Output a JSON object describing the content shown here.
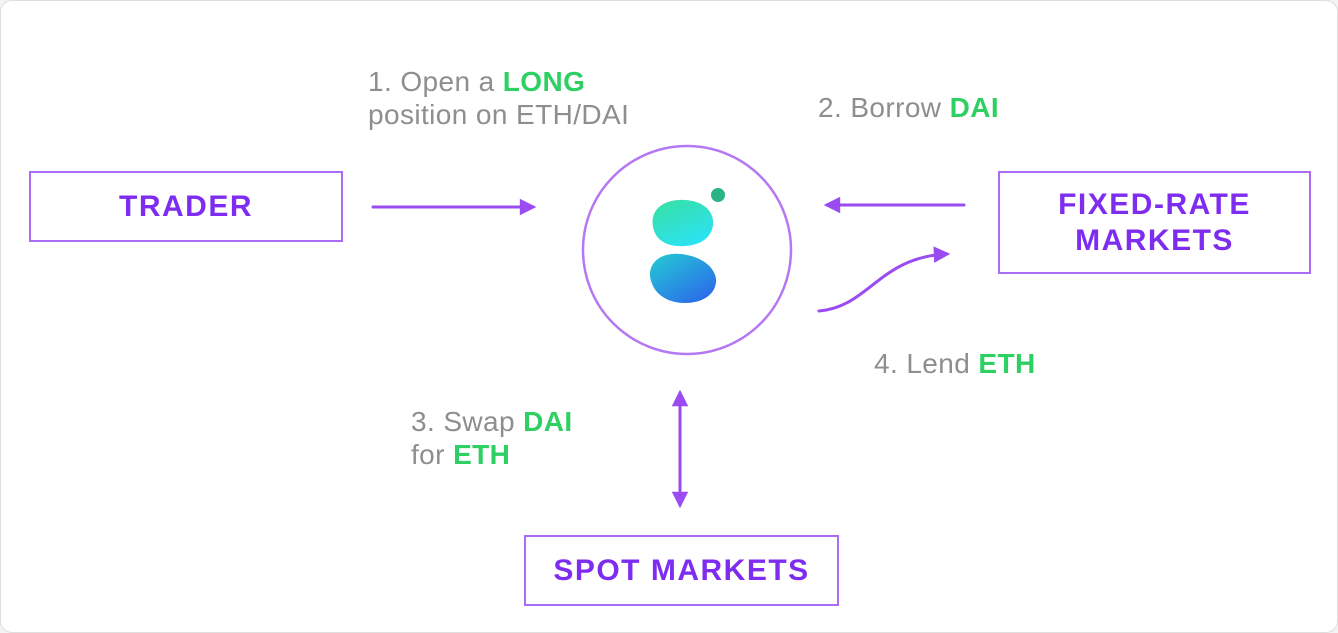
{
  "colors": {
    "purple_text": "#7d2cf0",
    "purple_border": "#aa6cf4",
    "arrow": "#9b4bf2",
    "gray_text": "#8e8e8e",
    "green_text": "#2ed063",
    "circle_border": "#b678f2",
    "logo_teal_top": "#38dfa0",
    "logo_cyan": "#2be2f0",
    "logo_blue": "#2b68ea",
    "logo_dot": "#2bb387"
  },
  "nodes": {
    "trader": {
      "label": "TRADER"
    },
    "fixed_rate": {
      "label_line1": "FIXED-RATE",
      "label_line2": "MARKETS"
    },
    "spot": {
      "label": "SPOT MARKETS"
    }
  },
  "steps": {
    "step1": {
      "text1": "1. Open a ",
      "green1": "LONG",
      "text2": "position on ETH/DAI"
    },
    "step2": {
      "text1": "2. Borrow ",
      "green1": "DAI"
    },
    "step3": {
      "text1": "3. Swap ",
      "green1": "DAI",
      "text2": "for ",
      "green2": "ETH"
    },
    "step4": {
      "text1": "4. Lend ",
      "green1": "ETH"
    }
  }
}
